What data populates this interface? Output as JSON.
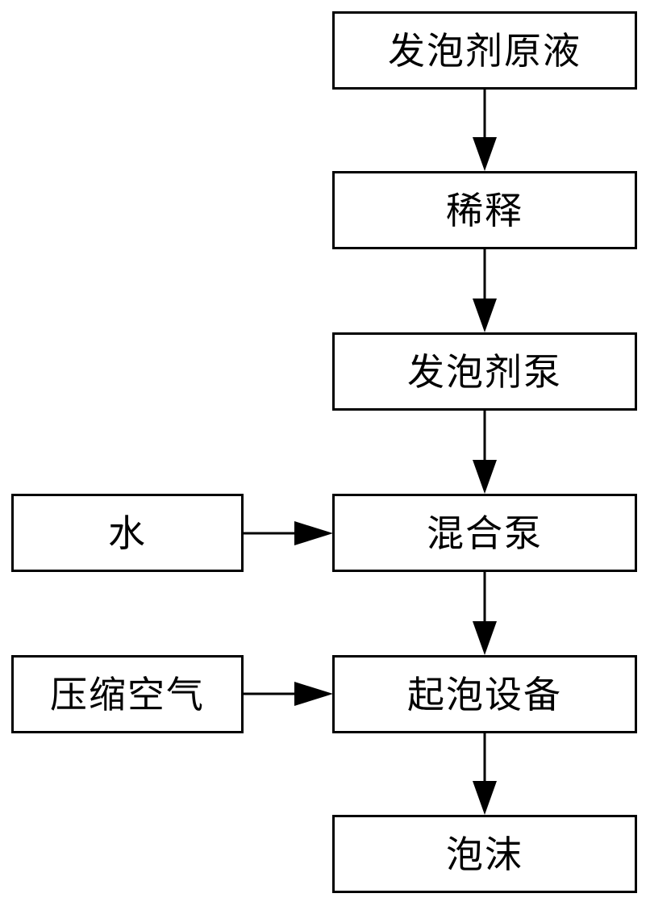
{
  "diagram": {
    "nodes": {
      "foaming_agent_stock": "发泡剂原液",
      "dilution": "稀释",
      "foaming_agent_pump": "发泡剂泵",
      "water": "水",
      "mixing_pump": "混合泵",
      "compressed_air": "压缩空气",
      "foaming_equipment": "起泡设备",
      "foam": "泡沫"
    },
    "edges": [
      {
        "from": "foaming_agent_stock",
        "to": "dilution"
      },
      {
        "from": "dilution",
        "to": "foaming_agent_pump"
      },
      {
        "from": "foaming_agent_pump",
        "to": "mixing_pump"
      },
      {
        "from": "water",
        "to": "mixing_pump"
      },
      {
        "from": "mixing_pump",
        "to": "foaming_equipment"
      },
      {
        "from": "compressed_air",
        "to": "foaming_equipment"
      },
      {
        "from": "foaming_equipment",
        "to": "foam"
      }
    ],
    "colors": {
      "stroke": "#000000",
      "background": "#ffffff"
    }
  }
}
